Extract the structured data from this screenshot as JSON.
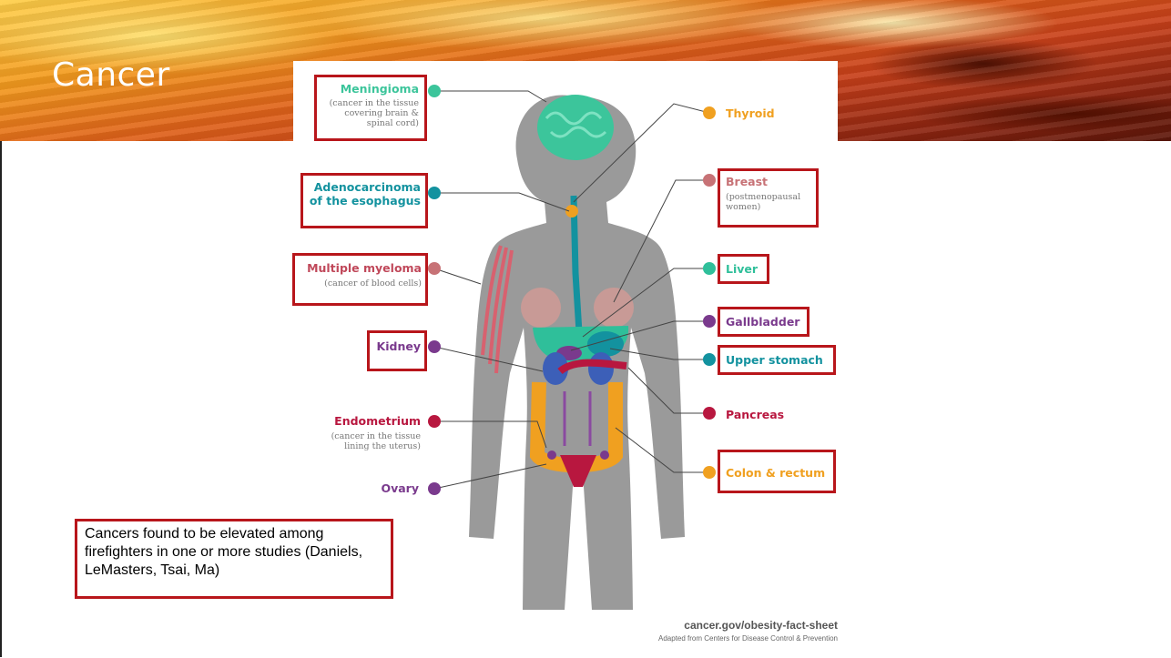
{
  "slide": {
    "title": "Cancer"
  },
  "labels": {
    "meningioma": {
      "name": "Meningioma",
      "note": "(cancer in the tissue\ncovering brain &\nspinal cord)",
      "color": "#3cc59b"
    },
    "esophagus": {
      "name": "Adenocarcinoma\nof the esophagus",
      "color": "#13929f"
    },
    "myeloma": {
      "name": "Multiple myeloma",
      "note": "(cancer of blood cells)",
      "color": "#c0485a"
    },
    "kidney": {
      "name": "Kidney",
      "color": "#7a3a8d"
    },
    "endometrium": {
      "name": "Endometrium",
      "note": "(cancer in the tissue\nlining the uterus)",
      "color": "#b8173f"
    },
    "ovary": {
      "name": "Ovary",
      "color": "#7a3a8d"
    },
    "thyroid": {
      "name": "Thyroid",
      "color": "#f0a020"
    },
    "breast": {
      "name": "Breast",
      "note": "(postmenopausal\nwomen)",
      "color": "#c77276"
    },
    "liver": {
      "name": "Liver",
      "color": "#2fbf9a"
    },
    "gallbladder": {
      "name": "Gallbladder",
      "color": "#7a3a8d"
    },
    "upper_stomach": {
      "name": "Upper stomach",
      "color": "#13929f"
    },
    "pancreas": {
      "name": "Pancreas",
      "color": "#b8173f"
    },
    "colon": {
      "name": "Colon & rectum",
      "color": "#f0a020"
    }
  },
  "note_box": {
    "text": "Cancers found to be elevated among firefighters in one or more studies (Daniels, LeMasters, Tsai, Ma)"
  },
  "source": {
    "url": "cancer.gov/obesity-fact-sheet",
    "credit": "Adapted from Centers for Disease Control & Prevention"
  }
}
